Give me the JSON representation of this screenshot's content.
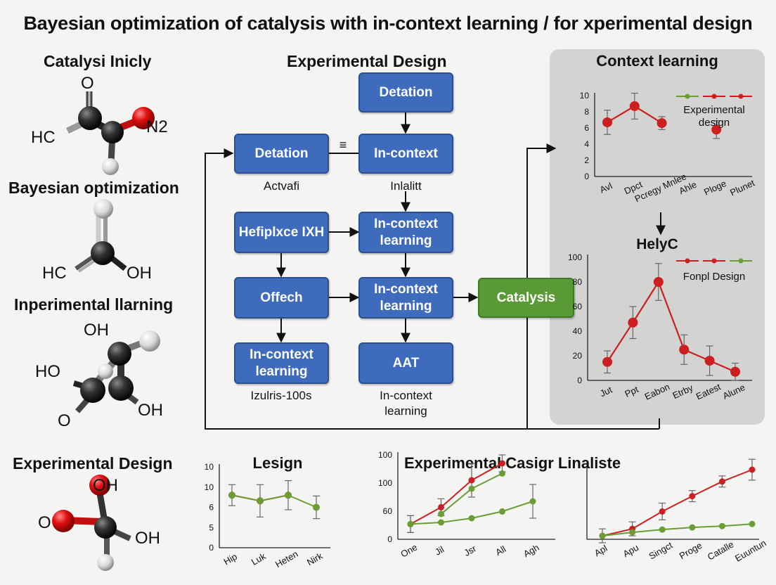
{
  "title": "Bayesian optimization of catalysis with in-context learning / for xperimental design",
  "left_column": {
    "s1": {
      "label": "Catalysi Inicly",
      "atoms": [
        "O",
        "HC",
        "N2"
      ]
    },
    "s2": {
      "label": "Bayesian optimization",
      "atoms": [
        "HC",
        "OH"
      ]
    },
    "s3": {
      "label": "Inperimental llarning",
      "atoms": [
        "OH",
        "HO",
        "OH",
        "O"
      ]
    },
    "s4": {
      "label": "Experimental Design",
      "atoms": [
        "OH",
        "O",
        "OH"
      ]
    }
  },
  "flow": {
    "header": "Experimental Design",
    "boxes": {
      "b1": "Detation",
      "b2": "Detation",
      "b3": "In-context",
      "b4": "Hefiplxce IXH",
      "b5": "In-context learning",
      "b6": "Offech",
      "b7": "In-context learning",
      "b8": "In-context learning",
      "b9": "AAT",
      "catalysis": "Catalysis"
    },
    "captions": {
      "c1": "Actvafi",
      "c2": "Inlalitt",
      "c3": "Izulris-100s",
      "c4": "In-context learning",
      "mark": "≡"
    }
  },
  "colors": {
    "red": "#cc1f1f",
    "green": "#6a9e35",
    "blue": "#3e6bbb",
    "panel": "#d3d3d1"
  },
  "chart_data": [
    {
      "type": "line",
      "title": "Context learning",
      "categories": [
        "Avl",
        "Dpct",
        "Pcregy Mnlee",
        "Ahle",
        "Ploge",
        "Plunet"
      ],
      "series": [
        {
          "name": "Experimental design",
          "values": [
            6.7,
            8.7,
            6.6,
            null,
            5.8,
            null
          ],
          "err": [
            1.5,
            1.6,
            0.8,
            null,
            1.1,
            null
          ]
        }
      ],
      "ylim": [
        0,
        10
      ],
      "yticks": [
        0,
        2,
        4,
        6,
        8,
        10
      ]
    },
    {
      "type": "line",
      "title": "HelyC",
      "categories": [
        "Jut",
        "Ppt",
        "Eabon",
        "Etrby",
        "Eatest",
        "Alune"
      ],
      "series": [
        {
          "name": "Fonpl Design",
          "values": [
            15,
            47,
            80,
            25,
            16,
            7
          ],
          "err": [
            9,
            13,
            15,
            12,
            12,
            7
          ]
        }
      ],
      "ylim": [
        0,
        100
      ],
      "yticks": [
        0,
        20,
        40,
        60,
        80,
        100
      ]
    },
    {
      "type": "line",
      "title": "Lesign",
      "categories": [
        "Hip",
        "Luk",
        "Heten",
        "Nirk"
      ],
      "series": [
        {
          "values": [
            6.5,
            5.8,
            6.5,
            null
          ],
          "err": [
            1.3,
            2.0,
            1.8,
            null
          ]
        },
        {
          "values": [
            6.5,
            5.8,
            6.5,
            5.0
          ],
          "err": [
            null,
            null,
            null,
            1.4
          ]
        }
      ],
      "ylim": [
        0,
        10
      ],
      "ytick_labels": [
        "0",
        "5",
        "6",
        "10",
        "10"
      ]
    },
    {
      "type": "line",
      "title": "Experimental Casigr Linaliste",
      "categories": [
        "One",
        "Jil",
        "Jsr",
        "All",
        "Agh"
      ],
      "series": [
        {
          "values": [
            18,
            38,
            70,
            90,
            null
          ],
          "err": [
            10,
            10,
            20,
            10,
            null
          ]
        },
        {
          "values": [
            18,
            20,
            25,
            33,
            45
          ],
          "err": [
            10,
            null,
            null,
            null,
            20
          ]
        },
        {
          "values": [
            null,
            30,
            60,
            78,
            null
          ],
          "err": [
            null,
            null,
            null,
            null,
            null
          ]
        }
      ],
      "ylim": [
        0,
        100
      ],
      "ytick_labels": [
        "0",
        "60",
        "100",
        "100"
      ]
    },
    {
      "type": "line",
      "categories": [
        "Apl",
        "Apu",
        "Singct",
        "Proge",
        "Catalle",
        "Euuntun"
      ],
      "series": [
        {
          "values": [
            5,
            15,
            40,
            62,
            83,
            100
          ],
          "err": [
            10,
            10,
            12,
            8,
            8,
            15
          ]
        },
        {
          "values": [
            5,
            10,
            14,
            17,
            19,
            22
          ],
          "err": [
            null,
            null,
            null,
            null,
            null,
            null
          ]
        }
      ]
    }
  ]
}
